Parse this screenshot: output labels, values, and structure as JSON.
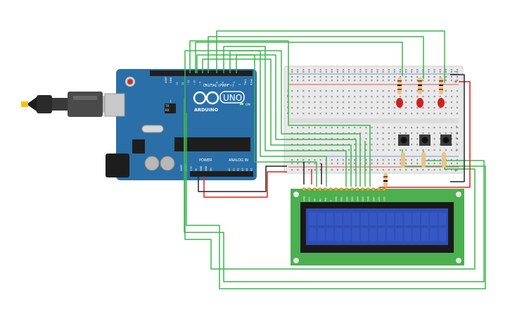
{
  "arduino": {
    "brand": "ARDUINO",
    "model": "UNO",
    "digital_header_label": "DIGITAL (PWM ~)",
    "analog_header_label": "ANALOG IN",
    "power_header_label": "POWER",
    "on_label": "ON",
    "led_labels": [
      "L",
      "TX",
      "RX"
    ],
    "aref_label": "AREF",
    "gnd_label": "GND",
    "digital_pins": [
      "13",
      "12",
      "~11",
      "~10",
      "~9",
      "8",
      "7",
      "~6",
      "~5",
      "4",
      "~3",
      "2",
      "TX▸1",
      "RX◂0"
    ],
    "power_pins": [
      "IOREF",
      "RESET",
      "3.3V",
      "5V",
      "GND",
      "GND",
      "Vin"
    ],
    "analog_pins": [
      "A0",
      "A1",
      "A2",
      "A3",
      "A4",
      "A5"
    ]
  },
  "breadboard": {
    "rail_plus": "+",
    "rail_minus": "−",
    "row_letters_top": [
      "a",
      "b",
      "c",
      "d",
      "e"
    ],
    "row_letters_bottom": [
      "f",
      "g",
      "h",
      "i",
      "j"
    ]
  },
  "lcd": {
    "pin_labels": [
      "GND",
      "VCC",
      "V0",
      "RS",
      "RW",
      "E",
      "DB0",
      "DB1",
      "DB2",
      "DB3",
      "DB4",
      "DB5",
      "DB6",
      "DB7",
      "LED",
      "LED"
    ]
  },
  "colors": {
    "wire_signal": "#3cb54a",
    "wire_power": "#e0201a",
    "wire_ground": "#222222",
    "board_blue": "#2a6fa8",
    "breadboard": "#e9e9e9",
    "lcd_pcb": "#4caf50",
    "lcd_screen": "#2f4fb5",
    "led_red": "#d21f1f"
  },
  "icons": {
    "usb_cable": "usb-cable-icon",
    "power_jack": "dc-jack-icon"
  }
}
